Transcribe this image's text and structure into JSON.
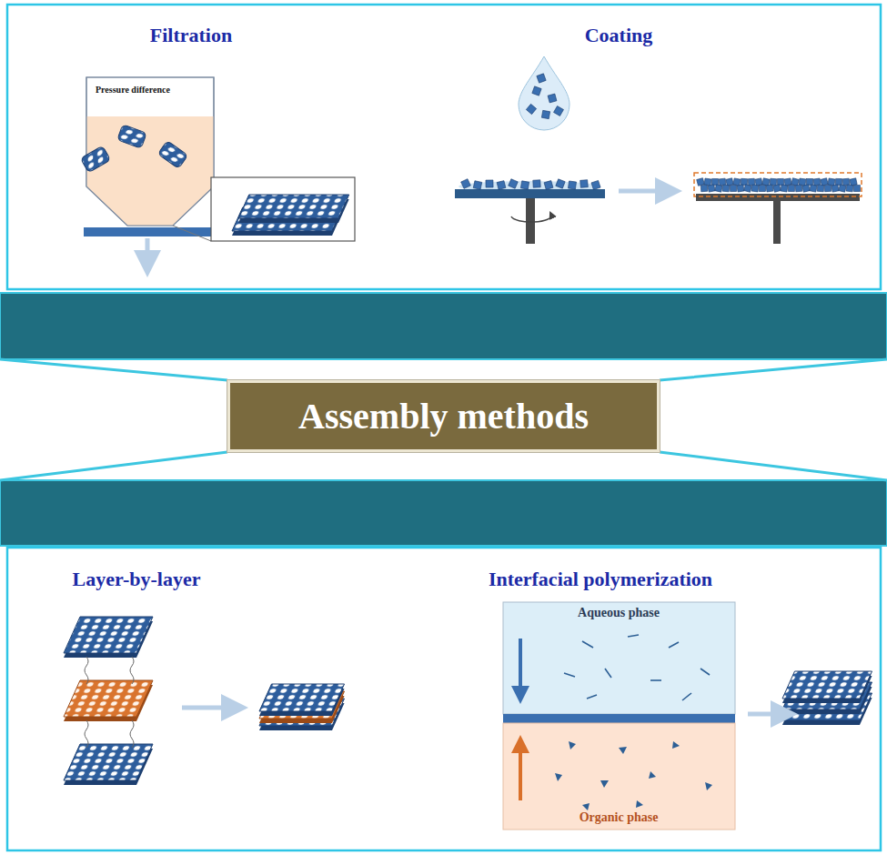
{
  "diagram": {
    "nodes": [
      {
        "text": [
          "Filtration",
          "Coating"
        ]
      },
      {
        "text": [
          "Pressure difference"
        ],
        "in": 0
      },
      {
        "text": [
          "Assembly methods"
        ]
      },
      {
        "text": [
          "Layer-by-layer",
          "Interfacial polymerization"
        ]
      },
      {
        "text": [
          "Aqueous phase"
        ],
        "in": 3
      },
      {
        "text": [
          "Organic phase"
        ],
        "in": 3
      }
    ],
    "edges": [
      {
        "from": 0,
        "to": 2,
        "arrow": "none"
      },
      {
        "from": 2,
        "to": 3,
        "arrow": "none"
      }
    ]
  }
}
